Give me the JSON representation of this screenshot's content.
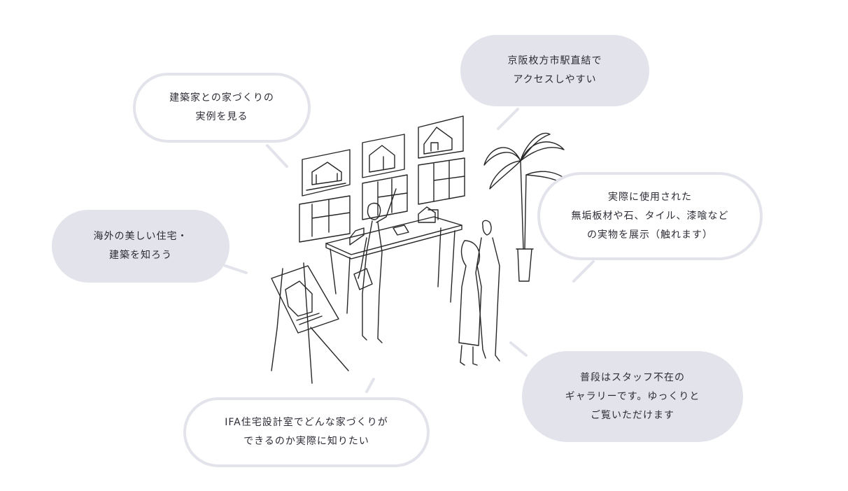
{
  "bubbles": [
    {
      "lines": [
        "建築家との家づくりの",
        "実例を見る"
      ]
    },
    {
      "lines": [
        "京阪枚方市駅直結で",
        "アクセスしやすい"
      ]
    },
    {
      "lines": [
        "実際に使用された",
        "無垢板材や石、タイル、漆喰など",
        "の実物を展示（触れます）"
      ]
    },
    {
      "lines": [
        "海外の美しい住宅・",
        "建築を知ろう"
      ]
    },
    {
      "lines": [
        "普段はスタッフ不在の",
        "ギャラリーです。ゆっくりと",
        "ご覧いただけます"
      ]
    },
    {
      "lines": [
        "IFA住宅設計室でどんな家づくりが",
        "できるのか実際に知りたい"
      ]
    }
  ],
  "colors": {
    "bubble": "#e3e3ec",
    "ink": "#2c2c36",
    "sketch": "#262626"
  },
  "icons": [
    "palm-plant-icon",
    "easel-icon",
    "house-model-icon"
  ]
}
